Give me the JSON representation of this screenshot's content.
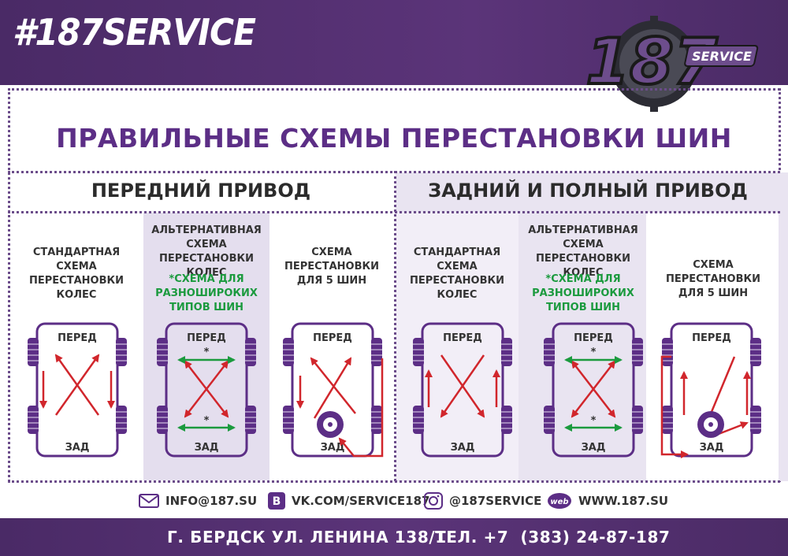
{
  "header": {
    "hashtag": "#187SERVICE"
  },
  "logo": {
    "number": "187",
    "word": "SERVICE"
  },
  "title": "ПРАВИЛЬНЫЕ СХЕМЫ ПЕРЕСТАНОВКИ ШИН",
  "sections": {
    "fwd": {
      "title": "ПЕРЕДНИЙ ПРИВОД"
    },
    "rwd": {
      "title": "ЗАДНИЙ И ПОЛНЫЙ ПРИВОД"
    }
  },
  "columns": {
    "standard": {
      "l1": "СТАНДАРТНАЯ",
      "l2": "СХЕМА ПЕРЕСТАНОВКИ",
      "l3": "КОЛЕС"
    },
    "alternative": {
      "l1": "АЛЬТЕРНАТИВНАЯ",
      "l2": "СХЕМА ПЕРЕСТАНОВКИ",
      "l3": "КОЛЕС",
      "n1": "*СХЕМА ДЛЯ",
      "n2": "РАЗНОШИРОКИХ",
      "n3": "ТИПОВ ШИН"
    },
    "five": {
      "l1": "СХЕМА",
      "l2": "ПЕРЕСТАНОВКИ",
      "l3": "ДЛЯ 5 ШИН"
    }
  },
  "labels": {
    "front": "ПЕРЕД",
    "rear": "ЗАД",
    "star": "*"
  },
  "contacts": {
    "email": "INFO@187.SU",
    "vk": "VK.COM/SERVICE187",
    "instagram": "@187SERVICE",
    "web_badge": "web",
    "website": "WWW.187.SU"
  },
  "footer": {
    "address": "Г. БЕРДСК УЛ. ЛЕНИНА 138/1",
    "phone": "ТЕЛ. +7  (383) 24-87-187"
  },
  "colors": {
    "purple": "#5c2e86",
    "red": "#d1262c",
    "green": "#1b9a3e",
    "band": "#4f2d6c"
  }
}
